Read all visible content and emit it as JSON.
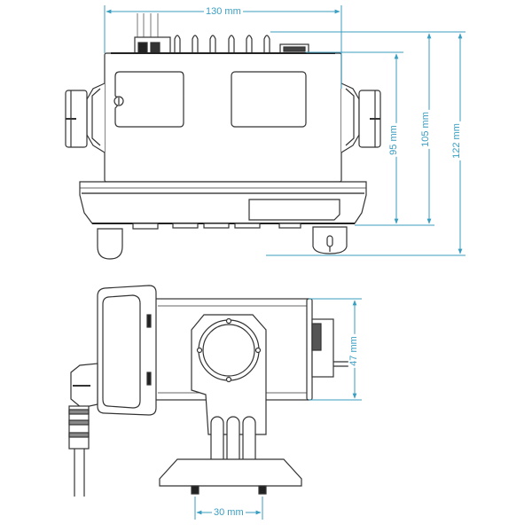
{
  "diagram": {
    "colors": {
      "dimension": "#3a9ec2",
      "outline": "#333333",
      "fill": "#ffffff",
      "dark": "#222222"
    },
    "views": [
      {
        "name": "front-view",
        "description": "Front view of marine VHF radio with bracket knobs"
      },
      {
        "name": "side-view",
        "description": "Side view of radio mounted on bracket with cable"
      }
    ],
    "dimensions": {
      "width": {
        "label": "130 mm",
        "value": 130,
        "unit": "mm"
      },
      "body_height": {
        "label": "95 mm",
        "value": 95,
        "unit": "mm"
      },
      "height_with_connectors": {
        "label": "105 mm",
        "value": 105,
        "unit": "mm"
      },
      "total_height": {
        "label": "122 mm",
        "value": 122,
        "unit": "mm"
      },
      "depth": {
        "label": "47 mm",
        "value": 47,
        "unit": "mm"
      },
      "bracket_spacing": {
        "label": "30 mm",
        "value": 30,
        "unit": "mm"
      }
    }
  }
}
